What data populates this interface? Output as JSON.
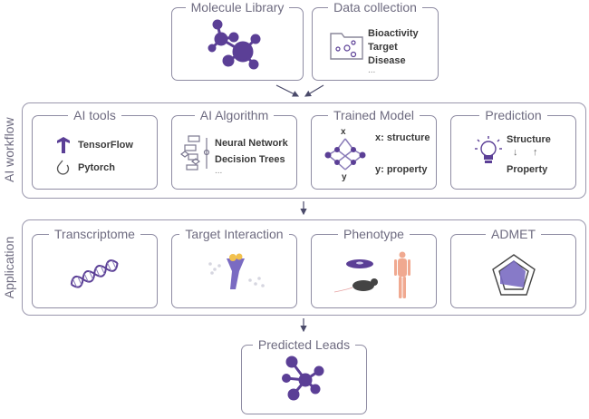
{
  "top": {
    "molecule_library": {
      "title": "Molecule Library",
      "icon": "molecule-icon"
    },
    "data_collection": {
      "title": "Data collection",
      "icon": "folder-network-icon",
      "items": [
        "Bioactivity",
        "Target",
        "Disease",
        "..."
      ]
    }
  },
  "ai_workflow": {
    "label": "AI workflow",
    "ai_tools": {
      "title": "AI tools",
      "items": [
        {
          "label": "TensorFlow",
          "icon": "tensorflow-icon"
        },
        {
          "label": "Pytorch",
          "icon": "pytorch-icon"
        }
      ]
    },
    "ai_algorithm": {
      "title": "AI Algorithm",
      "icon": "flowchart-icon",
      "items": [
        "Neural Network",
        "Decision Trees",
        "..."
      ]
    },
    "trained_model": {
      "title": "Trained Model",
      "icon": "neural-network-icon",
      "x_label": "x",
      "y_label": "y",
      "x_desc": "x: structure",
      "y_desc": "y: property"
    },
    "prediction": {
      "title": "Prediction",
      "icon": "lightbulb-icon",
      "top": "Structure",
      "bottom": "Property",
      "arrow_down": "↓",
      "arrow_up": "↑"
    }
  },
  "application": {
    "label": "Application",
    "transcriptome": {
      "title": "Transcriptome",
      "icon": "dna-icon"
    },
    "target_interaction": {
      "title": "Target Interaction",
      "icon": "receptor-icon"
    },
    "phenotype": {
      "title": "Phenotype",
      "icon": "mouse-human-icon"
    },
    "admet": {
      "title": "ADMET",
      "icon": "radar-pentagon-icon"
    }
  },
  "output": {
    "predicted_leads": {
      "title": "Predicted Leads",
      "icon": "molecule-icon"
    }
  },
  "colors": {
    "accent": "#5b3f96",
    "border": "#8f8ca3",
    "label": "#6e6b80",
    "human": "#f0a990",
    "mouse": "#444444"
  }
}
